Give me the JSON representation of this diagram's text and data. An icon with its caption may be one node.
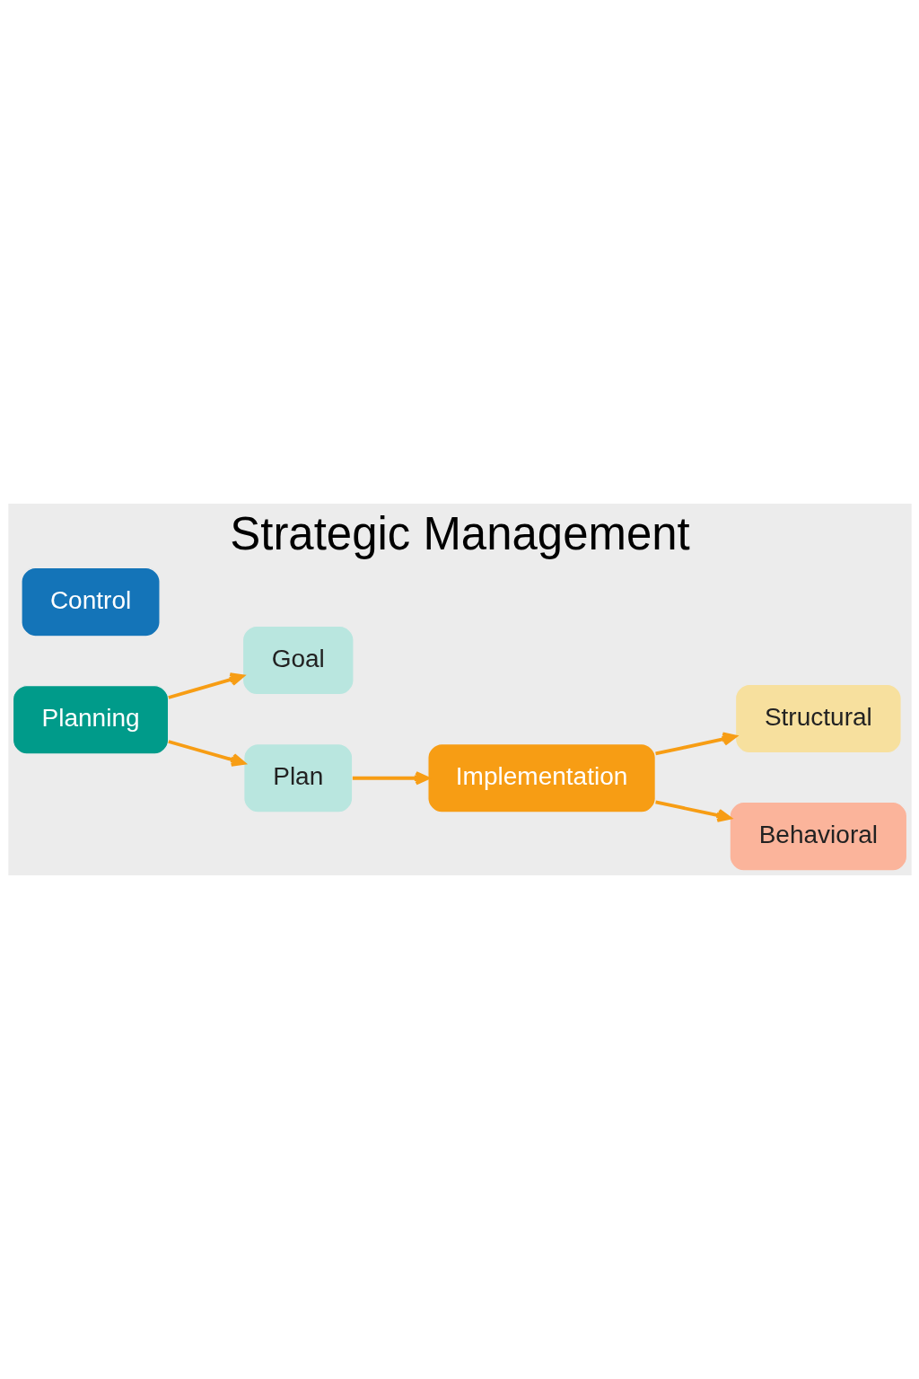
{
  "diagram": {
    "title": "Strategic Management",
    "nodes": [
      {
        "text": [
          "Planning"
        ]
      },
      {
        "text": [
          "Goal"
        ]
      },
      {
        "text": [
          "Plan"
        ]
      },
      {
        "text": [
          "Implementation"
        ]
      },
      {
        "text": [
          "Structural"
        ]
      },
      {
        "text": [
          "Behavioral"
        ]
      },
      {
        "text": [
          "Control"
        ]
      }
    ],
    "edges": [
      {
        "from": 0,
        "to": 1,
        "arrow": "to"
      },
      {
        "from": 0,
        "to": 2,
        "arrow": "to"
      },
      {
        "from": 2,
        "to": 3,
        "arrow": "to"
      },
      {
        "from": 3,
        "to": 4,
        "arrow": "to"
      },
      {
        "from": 3,
        "to": 5,
        "arrow": "to"
      }
    ]
  }
}
